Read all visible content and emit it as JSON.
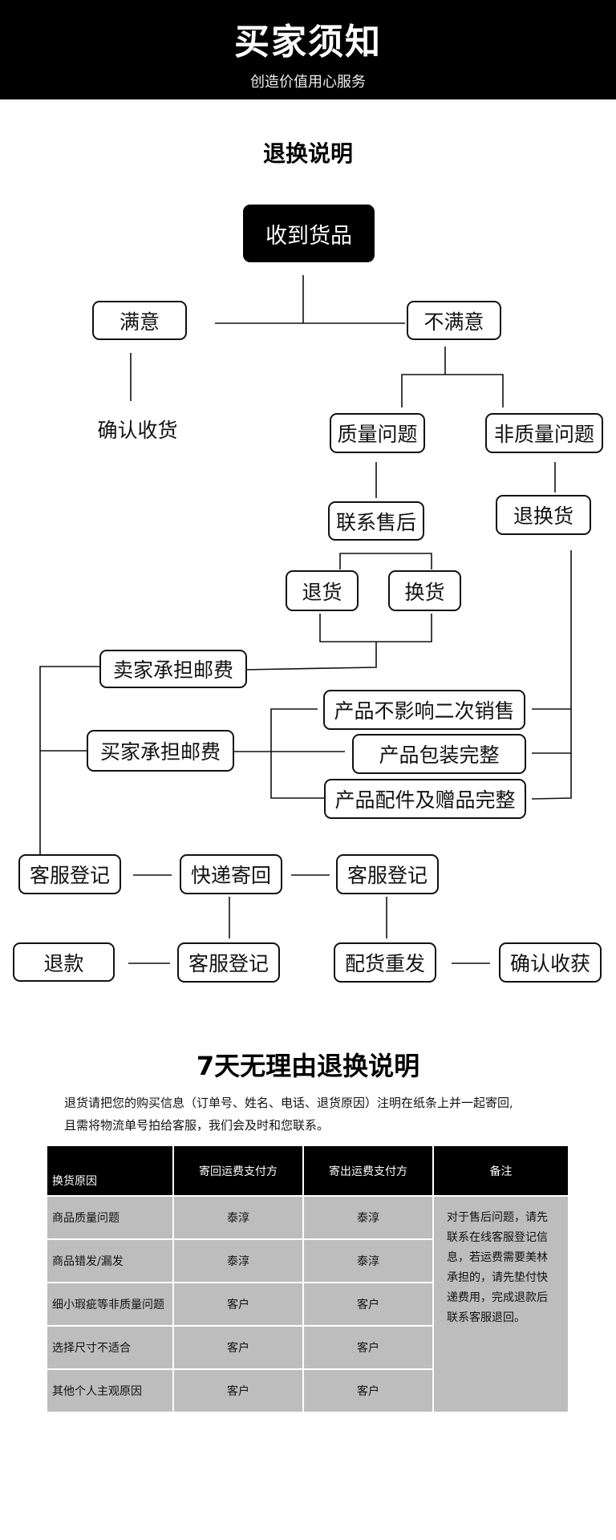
{
  "header": {
    "title": "买家须知",
    "subtitle": "创造价值用心服务"
  },
  "flow": {
    "title": "退换说明",
    "nodes": {
      "received": "收到货品",
      "satisfied": "满意",
      "unsatisfied": "不满意",
      "confirm_receipt": "确认收货",
      "quality_issue": "质量问题",
      "non_quality_issue": "非质量问题",
      "contact_aftersale": "联系售后",
      "return_exchange": "退换货",
      "return": "退货",
      "exchange": "换货",
      "seller_pays": "卖家承担邮费",
      "buyer_pays": "买家承担邮费",
      "cond_resale": "产品不影响二次销售",
      "cond_package": "产品包装完整",
      "cond_accessories": "产品配件及赠品完整",
      "cs_register_left": "客服登记",
      "express_back": "快递寄回",
      "cs_register_right": "客服登记",
      "refund": "退款",
      "cs_register_bottom": "客服登记",
      "reship": "配货重发",
      "confirm_received": "确认收获"
    }
  },
  "policy": {
    "title": "7天无理由退换说明",
    "note_line1": "退货请把您的购买信息（订单号、姓名、电话、退货原因）注明在纸条上并一起寄回,",
    "note_line2": "且需将物流单号拍给客服，我们会及时和您联系。",
    "table": {
      "headers": [
        "换货原因",
        "寄回运费支付方",
        "寄出运费支付方",
        "备注"
      ],
      "rows": [
        [
          "商品质量问题",
          "泰淳",
          "泰淳"
        ],
        [
          "商品错发/漏发",
          "泰淳",
          "泰淳"
        ],
        [
          "细小瑕疵等非质量问题",
          "客户",
          "客户"
        ],
        [
          "选择尺寸不适合",
          "客户",
          "客户"
        ],
        [
          "其他个人主观原因",
          "客户",
          "客户"
        ]
      ],
      "remark_lines": [
        "对于售后问题，请先",
        "联系在线客服登记信",
        "息，若运费需要美林",
        "承担的，请先垫付快",
        "递费用，完成退款后",
        "联系客服退回。"
      ]
    }
  }
}
